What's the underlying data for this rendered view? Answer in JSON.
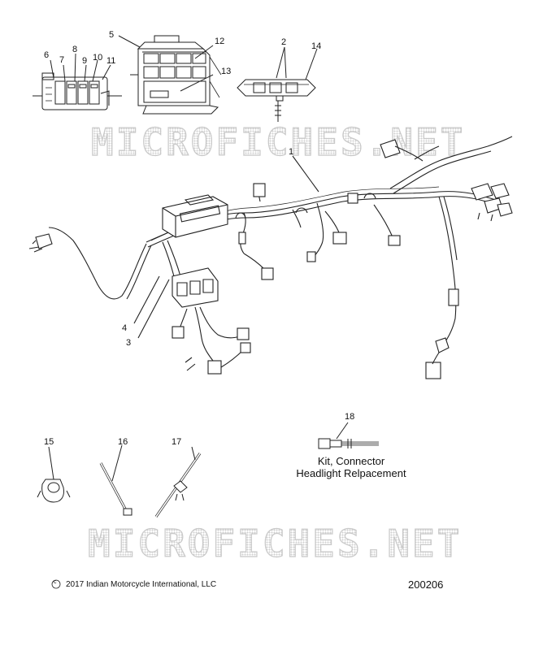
{
  "watermark": "MICROFICHES.NET",
  "callouts": [
    "1",
    "2",
    "3",
    "4",
    "5",
    "6",
    "7",
    "8",
    "9",
    "10",
    "11",
    "12",
    "13",
    "14",
    "15",
    "16",
    "17",
    "18"
  ],
  "kit_label_line1": "Kit, Connector",
  "kit_label_line2": "Headlight Relpacement",
  "copyright_symbol": "c",
  "copyright_text": "2017 Indian Motorcycle International, LLC",
  "document_number": "200206"
}
